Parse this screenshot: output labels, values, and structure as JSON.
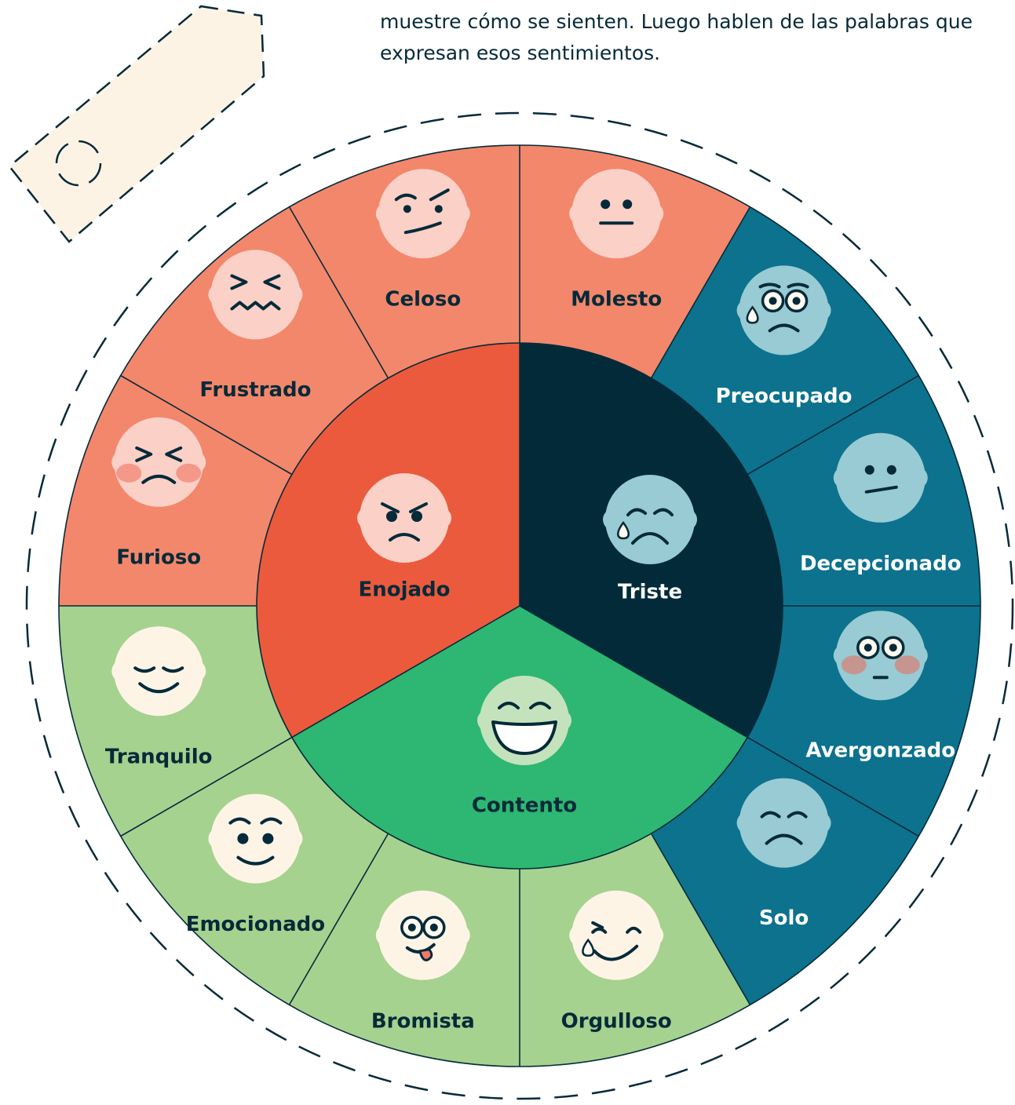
{
  "intro": {
    "line1": "muestre cómo se sienten. Luego hablen de las palabras que",
    "line2": "expresan esos sentimientos."
  },
  "colors": {
    "angry_core": "#ec5a3d",
    "angry_outer": "#f3876b",
    "sad_core": "#032a39",
    "sad_outer": "#0c728e",
    "happy_core": "#2db772",
    "happy_outer": "#a5d28f",
    "angry_face": "#fbd0c7",
    "sad_face": "#98cbd4",
    "happy_core_face": "#c4e3bd",
    "happy_face": "#fdf4e6",
    "ink": "#062a39"
  },
  "core": {
    "angry": "Enojado",
    "sad": "Triste",
    "happy": "Contento"
  },
  "outer": [
    {
      "label": "Molesto",
      "face": "neutral-face-icon"
    },
    {
      "label": "Preocupado",
      "face": "worried-face-icon"
    },
    {
      "label": "Decepcionado",
      "face": "disappointed-face-icon"
    },
    {
      "label": "Avergonzado",
      "face": "embarrassed-face-icon"
    },
    {
      "label": "Solo",
      "face": "lonely-face-icon"
    },
    {
      "label": "Orgulloso",
      "face": "proud-face-icon"
    },
    {
      "label": "Bromista",
      "face": "silly-face-icon"
    },
    {
      "label": "Emocionado",
      "face": "excited-face-icon"
    },
    {
      "label": "Tranquilo",
      "face": "calm-face-icon"
    },
    {
      "label": "Furioso",
      "face": "furious-face-icon"
    },
    {
      "label": "Frustrado",
      "face": "frustrated-face-icon"
    },
    {
      "label": "Celoso",
      "face": "jealous-face-icon"
    }
  ]
}
